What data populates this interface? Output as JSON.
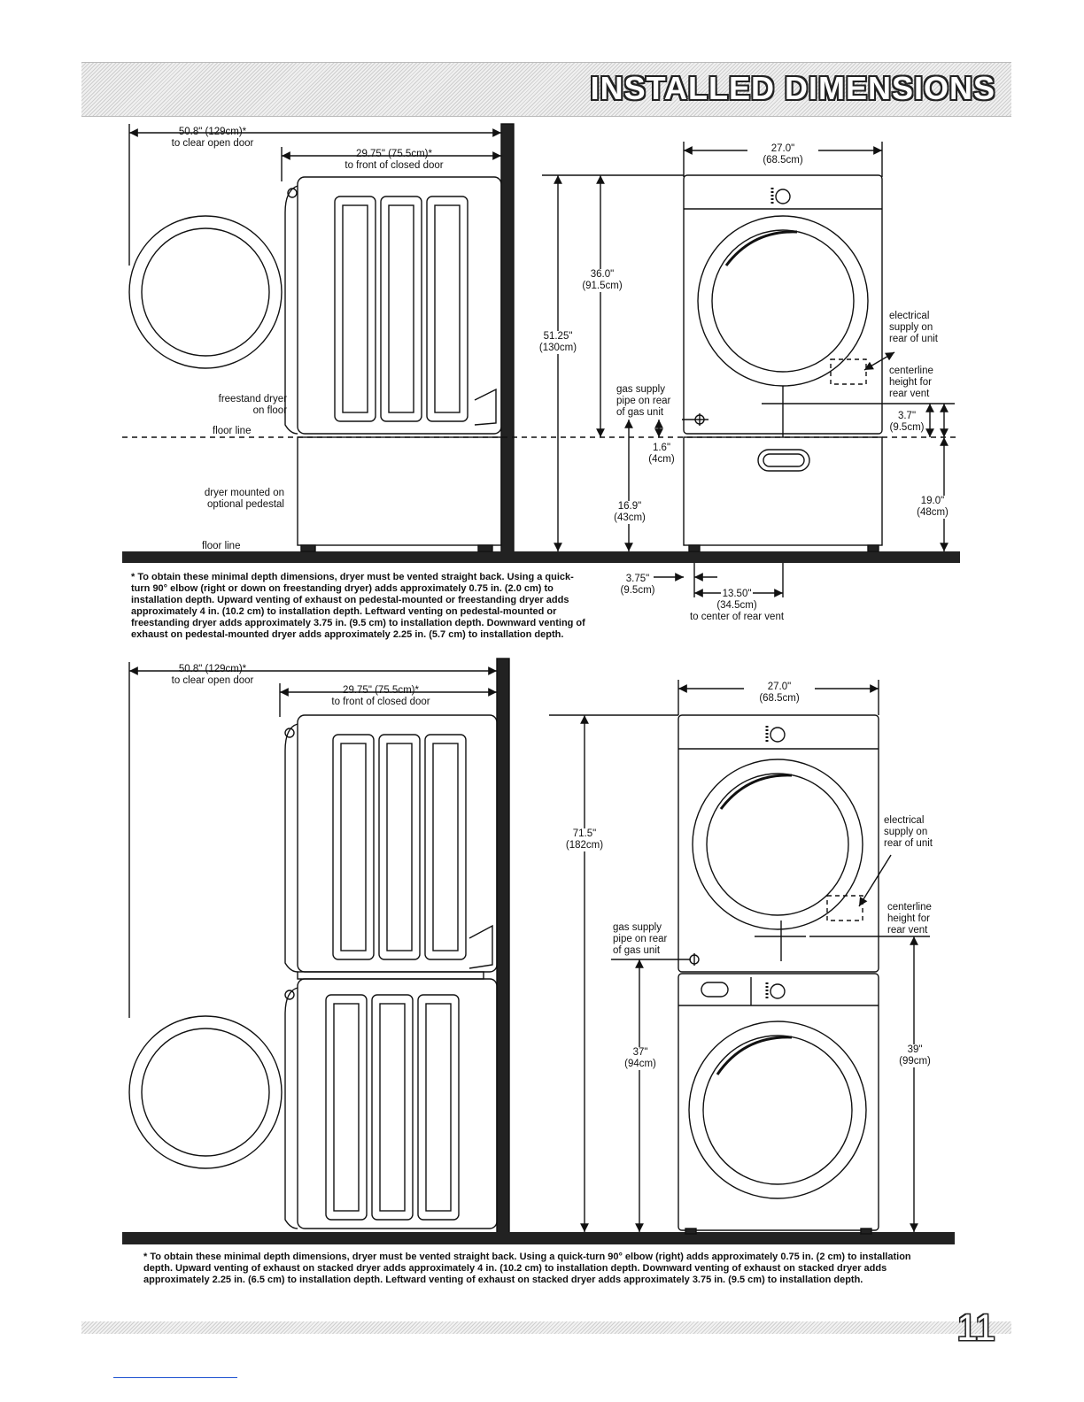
{
  "header": {
    "title": "INSTALLED DIMENSIONS"
  },
  "top": {
    "clear_door_dim": "50.8\" (129cm)*",
    "clear_door_text": "to clear open door",
    "front_door_dim": "29.75\" (75.5cm)*",
    "front_door_text": "to front of closed door",
    "freestand_1": "freestand dryer",
    "freestand_2": "on floor",
    "floor_line_1": "floor line",
    "pedestal_1": "dryer mounted on",
    "pedestal_2": "optional pedestal",
    "floor_line_2": "floor line",
    "width_dim": "27.0\"",
    "width_cm": "(68.5cm)",
    "h36": "36.0\"",
    "h36_cm": "(91.5cm)",
    "h51": "51.25\"",
    "h51_cm": "(130cm)",
    "gas_1": "gas supply",
    "gas_2": "pipe on rear",
    "gas_3": "of gas unit",
    "d16": "1.6\"",
    "d16_cm": "(4cm)",
    "h169": "16.9\"",
    "h169_cm": "(43cm)",
    "elec_1": "electrical",
    "elec_2": "supply on",
    "elec_3": "rear of unit",
    "cent_1": "centerline",
    "cent_2": "height for",
    "cent_3": "rear vent",
    "d37": "3.7\"",
    "d37_cm": "(9.5cm)",
    "h19": "19.0\"",
    "h19_cm": "(48cm)",
    "d375": "3.75\"",
    "d375_cm": "(9.5cm)",
    "d135": "13.50\"",
    "d135_cm": "(34.5cm)",
    "d135_text": "to center of rear vent",
    "note": "* To obtain these minimal depth dimensions, dryer must be vented straight back. Using a quick-turn 90° elbow (right or down on freestanding dryer) adds approximately 0.75 in. (2.0 cm) to installation depth. Upward venting of exhaust on pedestal-mounted or freestanding dryer adds approximately 4 in. (10.2 cm) to installation depth. Leftward venting on pedestal-mounted or freestanding dryer adds approximately 3.75 in. (9.5 cm) to installation depth. Downward venting of exhaust on pedestal-mounted dryer adds approximately 2.25 in. (5.7 cm) to installation depth."
  },
  "bottom": {
    "clear_door_dim": "50.8\" (129cm)*",
    "clear_door_text": "to clear open door",
    "front_door_dim": "29.75\" (75.5cm)*",
    "front_door_text": "to front of closed door",
    "width_dim": "27.0\"",
    "width_cm": "(68.5cm)",
    "h715": "71.5\"",
    "h715_cm": "(182cm)",
    "elec_1": "electrical",
    "elec_2": "supply on",
    "elec_3": "rear of unit",
    "cent_1": "centerline",
    "cent_2": "height for",
    "cent_3": "rear vent",
    "gas_1": "gas supply",
    "gas_2": "pipe on rear",
    "gas_3": "of gas unit",
    "h37": "37\"",
    "h37_cm": "(94cm)",
    "h39": "39\"",
    "h39_cm": "(99cm)",
    "note": "* To obtain these minimal depth dimensions, dryer must be vented straight back. Using a quick-turn 90° elbow (right) adds approximately 0.75 in. (2 cm) to installation depth. Upward venting of exhaust on stacked dryer adds approximately 4 in. (10.2 cm) to installation depth. Downward venting of exhaust on stacked dryer adds approximately 2.25 in. (6.5 cm) to installation depth. Leftward venting of exhaust on stacked dryer adds approximately 3.75 in. (9.5 cm) to installation depth."
  },
  "footer": {
    "page_number": "11"
  }
}
